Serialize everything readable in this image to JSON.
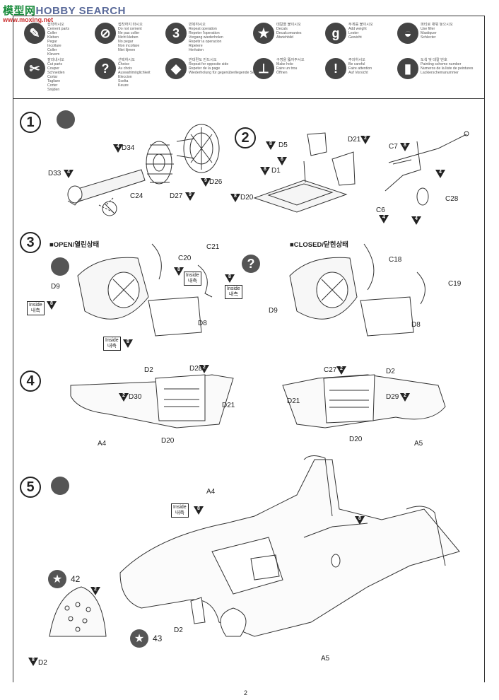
{
  "watermark": {
    "site_a": "模型网",
    "site_b": "HOBBY SEARCH",
    "site_url": "www.moxing.net"
  },
  "legend": [
    {
      "icon": "cement-icon",
      "text": "접착하시오\nCement parts\nColler\nKleben\nPegar\nIncollare\nColler\nKlevem"
    },
    {
      "icon": "no-cement-icon",
      "text": "접착하지 마시오\nDo not cement\nNe pas coller\nNicht kleben\nNo pegar\nNon incollare\nNiet lijmen"
    },
    {
      "icon": "repeat-icon",
      "text": "반복하시오\nRepeat operation\nRepeter l'operation\nVorgang wiederholen\nRepetir la operacion\nRipetere\nHerhalen"
    },
    {
      "icon": "decal-icon",
      "text": "데칼을 붙이시오\nDecals\nDecalcomanies\nAbziehbild"
    },
    {
      "icon": "weight-icon",
      "text": "무게를 붙이시오\nAdd weight\nLester\nGewicht"
    },
    {
      "icon": "filler-icon",
      "text": "퍼티로 채워 놓으시오\nUse filler\nMastiquer\nSchlecter"
    },
    {
      "icon": "cut-icon",
      "text": "잘라내시오\nCut parts\nCouper\nSchneiden\nCortar\nTagliare\nCorter\nSnijden"
    },
    {
      "icon": "option-icon",
      "text": "선택하시오\nChoice\nAu choix\nAuswahlmöglichkeit\nEleccion\nScelta\nKeuze"
    },
    {
      "icon": "reverse-icon",
      "text": "반대편도 만드시오\nRepeat for opposite side\nRepeter de la page\nWiederholung für gegenüberliegende Seite"
    },
    {
      "icon": "drill-icon",
      "text": "구멍을 뚫어주시오\nMake hole\nFaire un trou\nÖffnen"
    },
    {
      "icon": "caution-icon",
      "text": "주의하시오\nBe careful\nFaire attention\nAuf Vorsicht"
    },
    {
      "icon": "paint-scheme-icon",
      "text": "도색 및 데칼 번호\nPainting scheme number\nNumeros de la liste de peintures\nLackierschemanummer"
    }
  ],
  "steps": {
    "s1": {
      "num": "1",
      "labels": [
        "D34",
        "D33",
        "C24",
        "D27",
        "D26"
      ],
      "paints": [
        "4",
        "4",
        "9",
        "9"
      ]
    },
    "s2": {
      "num": "2",
      "labels": [
        "D5",
        "D21",
        "D1",
        "D20",
        "C7",
        "C6",
        "C28"
      ],
      "paints": [
        "8",
        "6",
        "8",
        "8",
        "8",
        "4",
        "4",
        "4",
        "2"
      ]
    },
    "s3": {
      "num": "3",
      "open": "■OPEN/열린상태",
      "closed": "■CLOSED/닫힌상태",
      "labels": [
        "C20",
        "C21",
        "D9",
        "D8",
        "C18",
        "C19",
        "D9",
        "D8"
      ],
      "paints": [
        "8",
        "8",
        "8",
        "8"
      ]
    },
    "s4": {
      "num": "4",
      "labels": [
        "D2",
        "D28",
        "D30",
        "D21",
        "D20",
        "A4",
        "C27",
        "D2",
        "D21",
        "D29",
        "D20",
        "A5"
      ],
      "paints": [
        "2",
        "2",
        "2",
        "2"
      ]
    },
    "s5": {
      "num": "5",
      "labels": [
        "A4",
        "D2",
        "A5",
        "42",
        "43",
        "D2"
      ],
      "paints": [
        "8",
        "8",
        "2",
        "8"
      ]
    }
  },
  "inside_label": {
    "en": "Inside",
    "ko": "내측"
  },
  "page_number": "2"
}
